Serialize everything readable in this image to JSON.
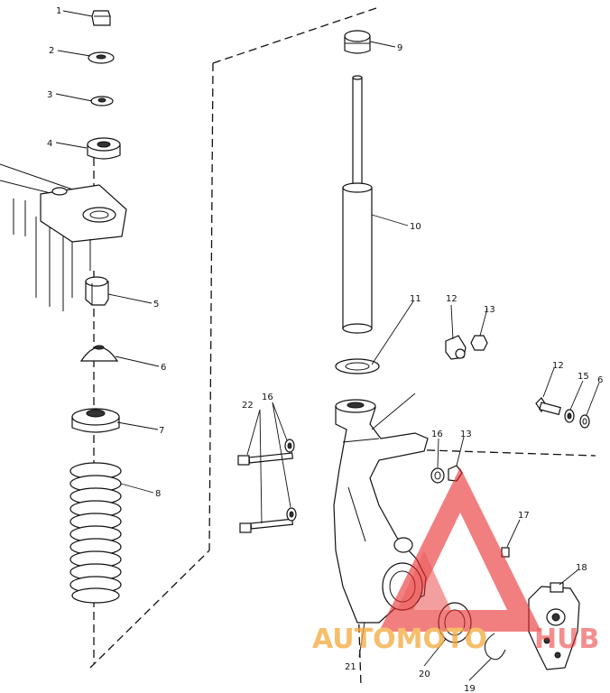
{
  "labels": {
    "p1": "1",
    "p2": "2",
    "p3": "3",
    "p4": "4",
    "p5": "5",
    "p6": "6",
    "p7": "7",
    "p8": "8",
    "p9": "9",
    "p10": "10",
    "p11": "11",
    "p12": "12",
    "p13": "13",
    "p13b": "13",
    "p12b": "12",
    "p15": "15",
    "p6b": "6",
    "p16": "16",
    "p16b": "16",
    "p17": "17",
    "p18": "18",
    "p19": "19",
    "p20": "20",
    "p21": "21",
    "p22": "22"
  },
  "watermark": {
    "part1": "AUTOMOTO",
    "part2": "HUB",
    "color": "#e8292a",
    "color_light": "#f4a93a"
  }
}
